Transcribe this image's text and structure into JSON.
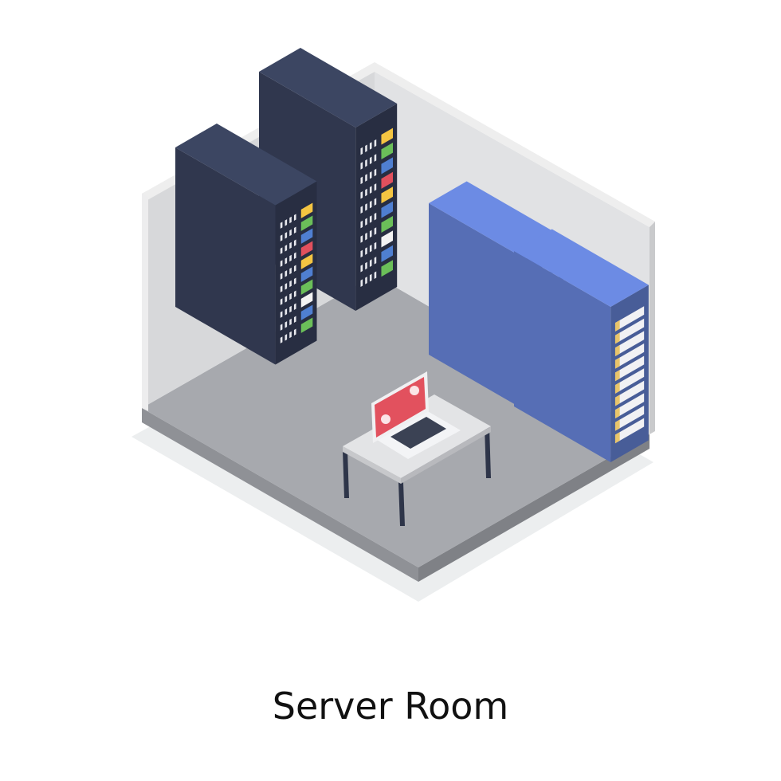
{
  "caption": "Server Room",
  "colors": {
    "background": "#ffffff",
    "floor_shadow": "#eceeef",
    "left_wall": "#d6d7d9",
    "back_wall": "#e0e1e3",
    "wall_top": "#eeeeee",
    "floor": "#a7a9ae",
    "floor_edge_front": "#8f9196",
    "floor_edge_side": "#7f8186",
    "dark_rack": "#323a52",
    "blue_rack": "#5570b8",
    "laptop_screen": "#e2515e",
    "table_top": "#e3e4e6"
  },
  "objects": [
    {
      "name": "dark-server-rack-front",
      "color": "dark"
    },
    {
      "name": "dark-server-rack-back",
      "color": "dark"
    },
    {
      "name": "blue-server-rack-back",
      "color": "blue"
    },
    {
      "name": "blue-server-rack-front",
      "color": "blue"
    },
    {
      "name": "desk"
    },
    {
      "name": "laptop"
    }
  ]
}
